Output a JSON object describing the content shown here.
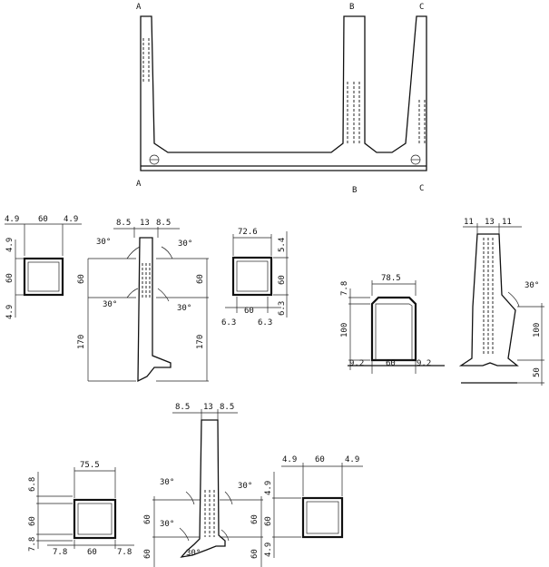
{
  "top_view": {
    "section_marks": [
      "A",
      "B",
      "C"
    ]
  },
  "labels": {
    "sec_a_side_left": "4.9",
    "sec_a_side_mid": "60",
    "sec_a_side_right": "4.9",
    "sec_a_v_top": "4.9",
    "sec_a_v_mid": "60",
    "sec_a_v_bot": "4.9",
    "elev_a_t1": "8.5",
    "elev_a_t2": "13",
    "elev_a_t3": "8.5",
    "elev_a_ang1": "30°",
    "elev_a_ang2": "30°",
    "elev_a_ang3": "30°",
    "elev_a_ang4": "30°",
    "elev_a_l60": "60",
    "elev_a_r60": "60",
    "elev_a_l170": "170",
    "elev_a_r170": "170",
    "sec_b_top": "72.6",
    "sec_b_r1": "5.4",
    "sec_b_r2": "60",
    "sec_b_r3": "6.3",
    "sec_b_b1": "6.3",
    "sec_b_b2": "60",
    "sec_b_b3": "6.3",
    "sec_c_top": "78.5",
    "sec_c_l1": "7.8",
    "sec_c_l2": "100",
    "sec_c_b1": "9.2",
    "sec_c_b2": "60",
    "sec_c_b3": "9.2",
    "elev_c_t1": "11",
    "elev_c_t2": "13",
    "elev_c_t3": "11",
    "elev_c_ang": "30°",
    "elev_c_r100": "100",
    "elev_c_r50": "50",
    "sec_d_top": "75.5",
    "sec_d_l1": "6.8",
    "sec_d_l2": "60",
    "sec_d_l3": "7.8",
    "sec_d_b1": "7.8",
    "sec_d_b2": "60",
    "sec_d_b3": "7.8",
    "elev_b_t1": "8.5",
    "elev_b_t2": "13",
    "elev_b_t3": "8.5",
    "elev_b_ang1": "30°",
    "elev_b_ang2": "30°",
    "elev_b_ang3": "30°",
    "elev_b_ang4": "30°",
    "elev_b_l60a": "60",
    "elev_b_l60b": "60",
    "elev_b_r60a": "60",
    "elev_b_r60b": "60",
    "sec_e_t1": "4.9",
    "sec_e_t2": "60",
    "sec_e_t3": "4.9",
    "sec_e_r1": "4.9",
    "sec_e_r2": "60",
    "sec_e_r3": "4.9"
  }
}
